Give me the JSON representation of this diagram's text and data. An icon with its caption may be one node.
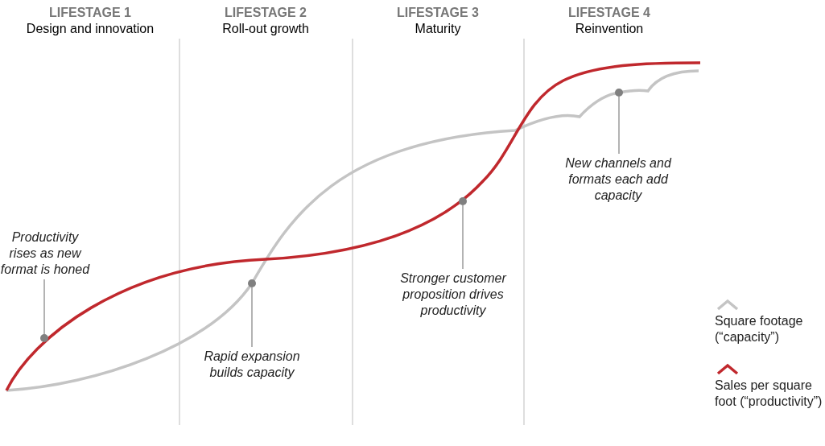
{
  "diagram": {
    "nodes": [
      {
        "text": [
          "Productivity rises as new format is honed"
        ]
      },
      {
        "text": [],
        "shape": "circle"
      },
      {
        "text": [
          "Rapid expansion builds capacity"
        ]
      },
      {
        "text": [],
        "shape": "circle"
      },
      {
        "text": [
          "Stronger customer proposition drives productivity"
        ]
      },
      {
        "text": [],
        "shape": "circle"
      },
      {
        "text": [
          "New channels and formats each add capacity"
        ]
      },
      {
        "text": [],
        "shape": "circle"
      }
    ],
    "edges": [
      {
        "from": 0,
        "to": 1,
        "arrow": "none"
      },
      {
        "from": 2,
        "to": 3,
        "arrow": "none"
      },
      {
        "from": 4,
        "to": 5,
        "arrow": "none"
      },
      {
        "from": 6,
        "to": 7,
        "arrow": "none"
      }
    ],
    "labels": [
      "LIFESTAGE 1",
      "Design and innovation",
      "LIFESTAGE 2",
      "Roll-out growth",
      "LIFESTAGE 3",
      "Maturity",
      "LIFESTAGE 4",
      "Reinvention"
    ],
    "legend": [
      {
        "text": "Square footage (“capacity”)"
      },
      {
        "text": "Sales per square foot (“productivity”)"
      }
    ]
  }
}
